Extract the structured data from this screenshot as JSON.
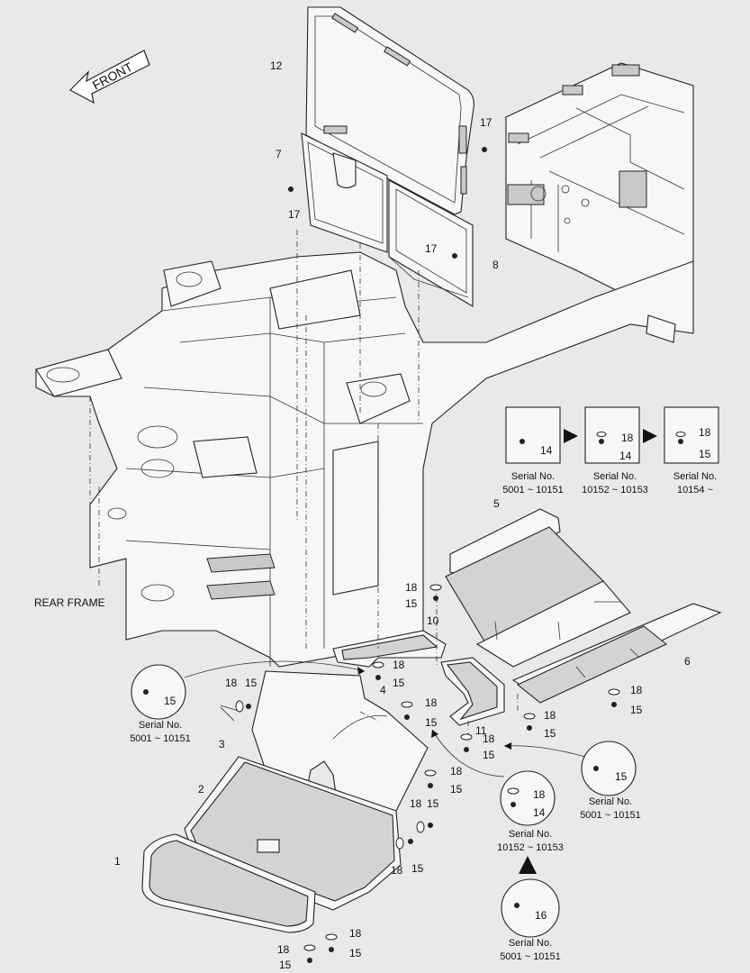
{
  "front_label": "FRONT",
  "rear_frame_label": "REAR FRAME",
  "callouts": {
    "c1": "1",
    "c2": "2",
    "c3": "3",
    "c4": "4",
    "c5": "5",
    "c6": "6",
    "c7": "7",
    "c8": "8",
    "c10": "10",
    "c11": "11",
    "c12": "12",
    "c14": "14",
    "c15": "15",
    "c16": "16",
    "c17": "17",
    "c18": "18"
  },
  "serial_boxes": [
    {
      "title": "Serial No.",
      "range": "5001 ~ 10151"
    },
    {
      "title": "Serial No.",
      "range": "10152 ~ 10153"
    },
    {
      "title": "Serial No.",
      "range": "10154 ~"
    }
  ],
  "detail_circles": [
    {
      "title": "Serial No.",
      "range": "5001 ~ 10151"
    },
    {
      "title": "Serial No.",
      "range": "5001 ~ 10151"
    },
    {
      "title": "Serial No.",
      "range": "10152 ~ 10153"
    },
    {
      "title": "Serial No.",
      "range": "5001 ~ 10151"
    }
  ]
}
